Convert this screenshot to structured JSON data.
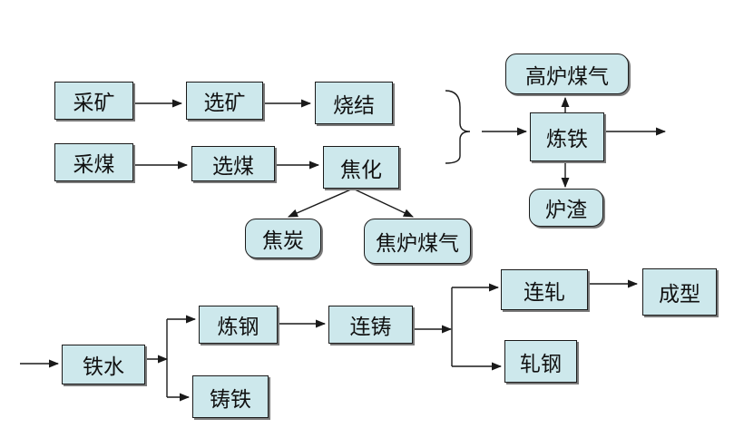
{
  "colors": {
    "node_fill": "#cde8ec",
    "stroke": "#1a1a1a",
    "shadow": "#7a7a7a"
  },
  "nodes": {
    "caikuang": "采矿",
    "xuankuang": "选矿",
    "shaojie": "烧结",
    "caimei": "采煤",
    "xuanmei": "选煤",
    "jiaohua": "焦化",
    "jiaotan": "焦炭",
    "jiaolu_meiqi": "焦炉煤气",
    "gaolu_meiqi": "高炉煤气",
    "lianti": "炼铁",
    "luzha": "炉渣",
    "tieshui": "铁水",
    "liangang": "炼钢",
    "zhutie": "铸铁",
    "lianzhu": "连铸",
    "lianzha": "连轧",
    "zhagang": "轧钢",
    "chengxing": "成型"
  }
}
